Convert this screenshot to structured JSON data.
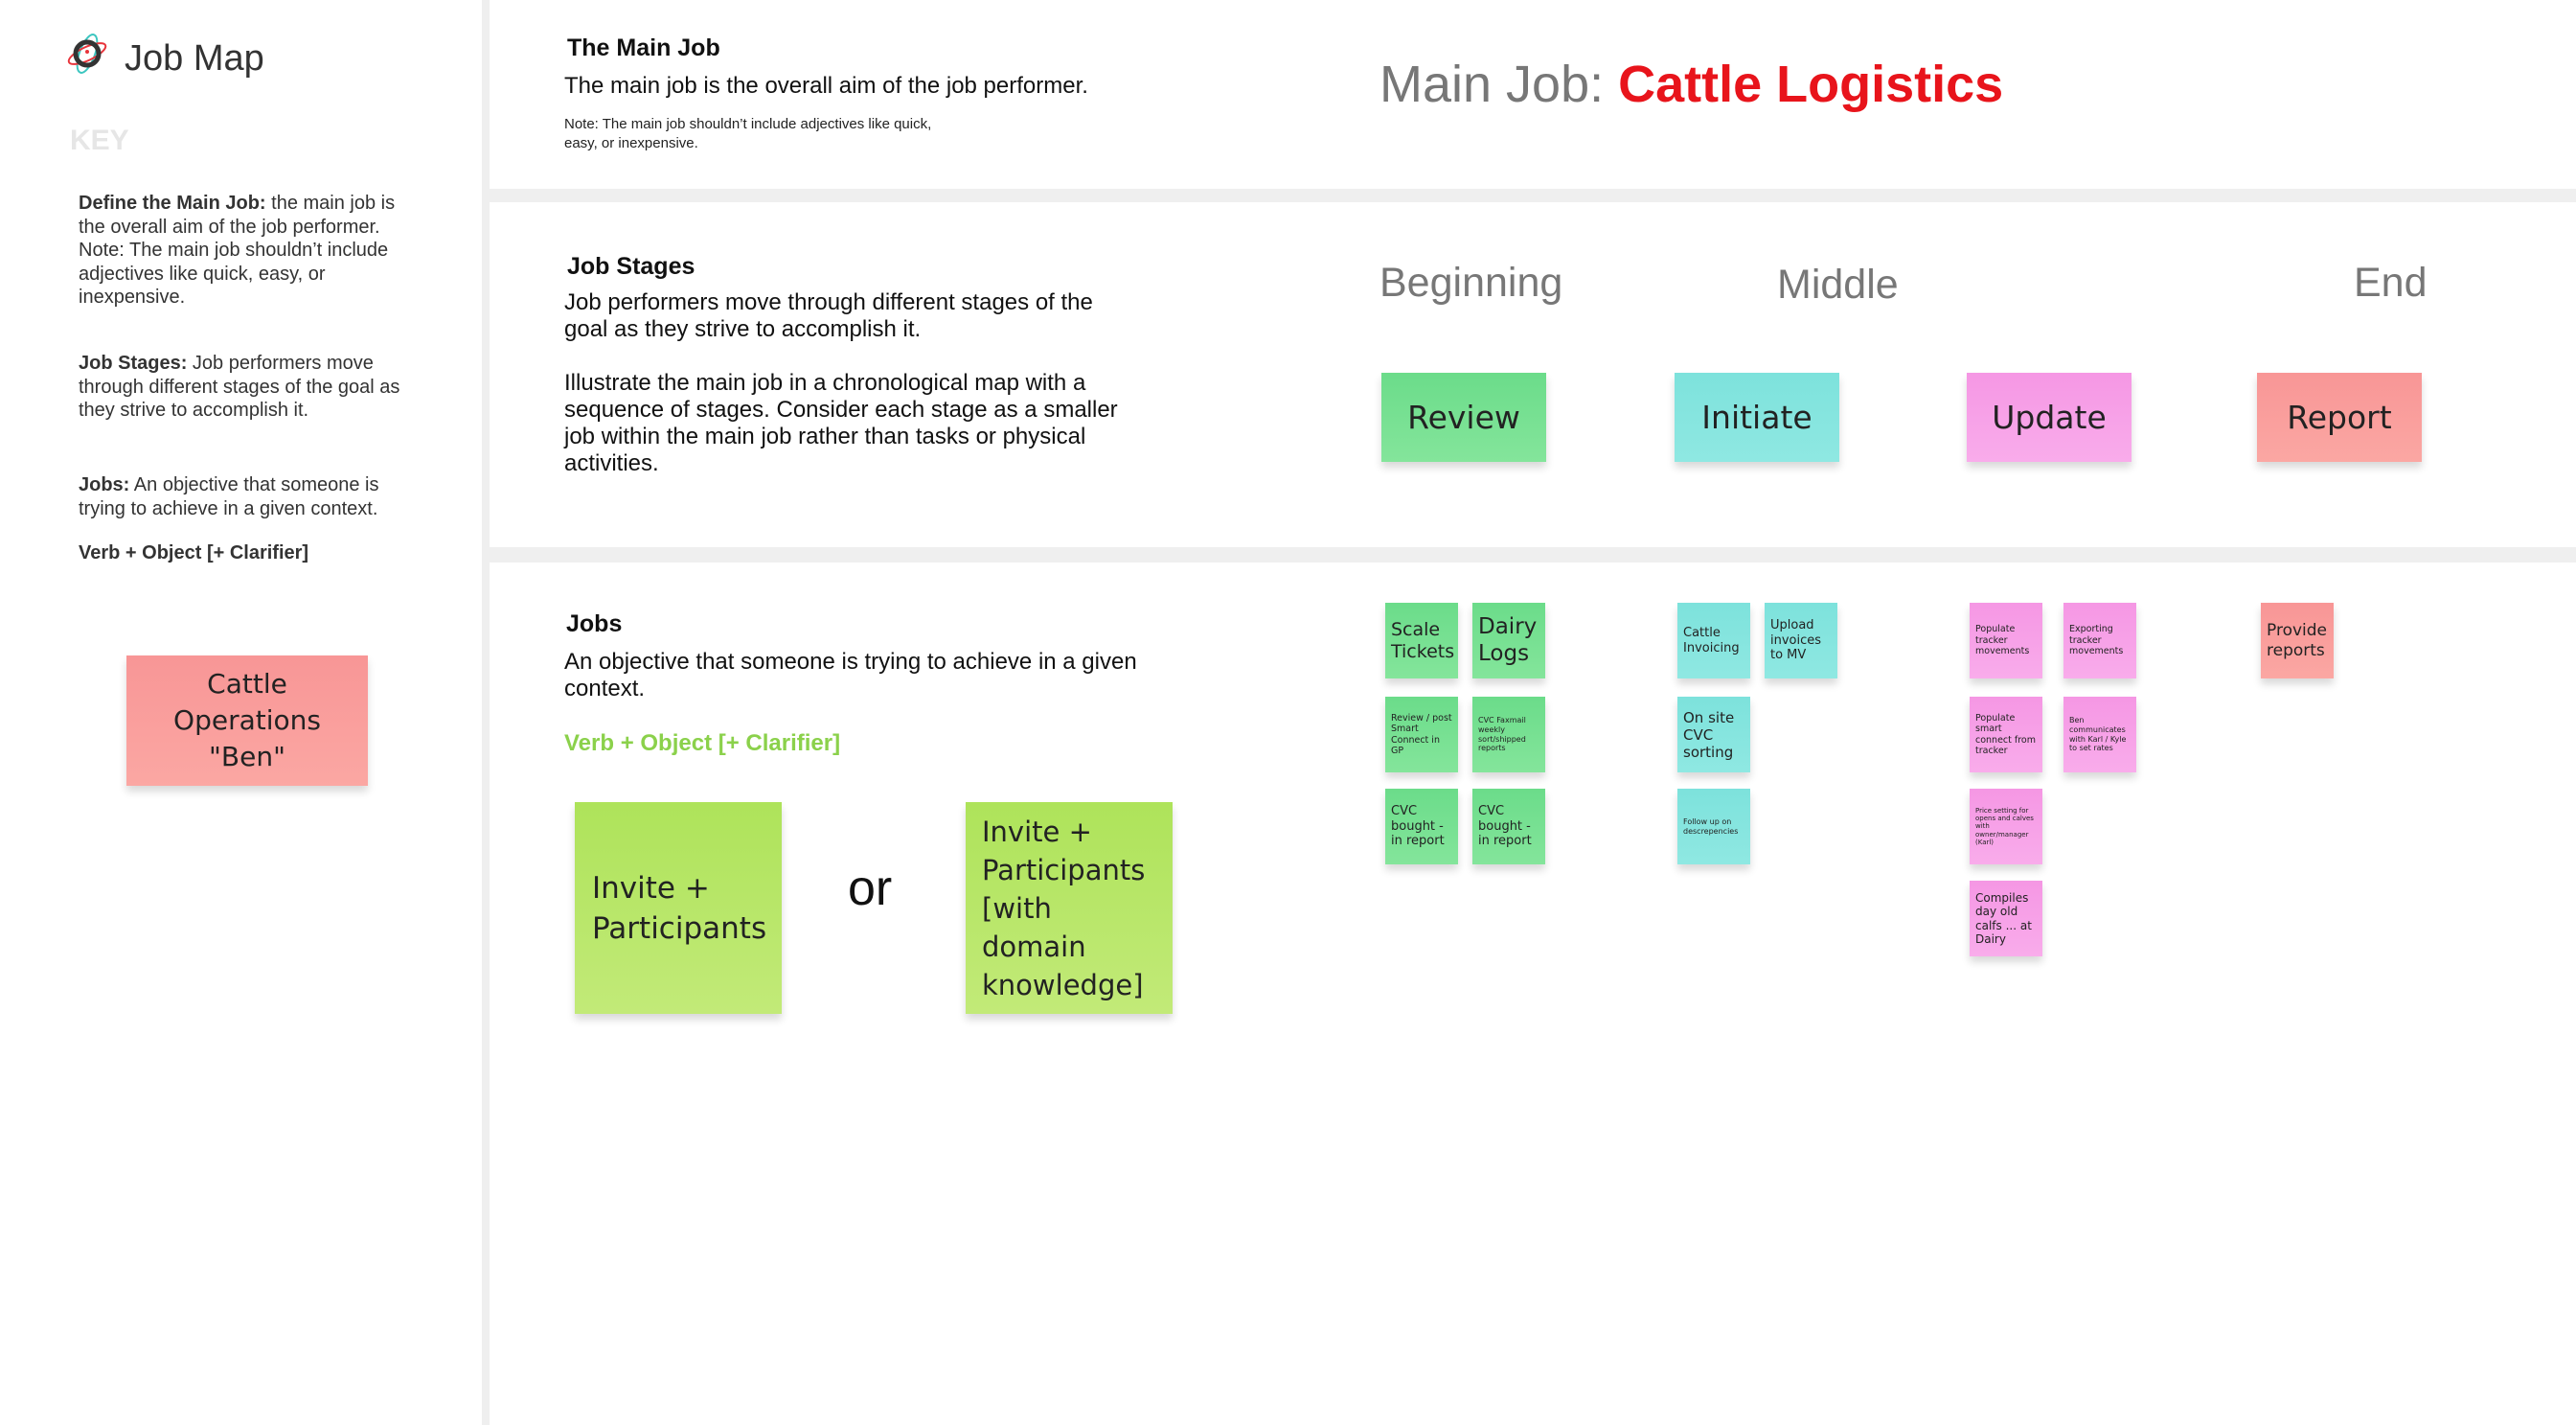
{
  "sidebar": {
    "title": "Job Map",
    "key_label": "KEY",
    "key_items": [
      {
        "term": "Define the Main Job:",
        "text": " the main job is the overall aim of the job performer. Note: The main job shouldn’t include adjectives like quick, easy, or inexpensive."
      },
      {
        "term": "Job Stages:",
        "text": " Job performers move through different stages of the goal as they strive to accomplish it."
      },
      {
        "term": "Jobs:",
        "text": " An objective that someone is trying to achieve in a given context."
      }
    ],
    "formula": "Verb + Object [+ Clarifier]",
    "persona_note": "Cattle Operations \"Ben\""
  },
  "main_job": {
    "heading": "The Main Job",
    "description": "The main job is the overall aim of the job performer.",
    "note": "Note: The main job shouldn’t include adjectives like quick, easy, or inexpensive.",
    "title_prefix": "Main Job: ",
    "title_value": "Cattle Logistics",
    "accent": "#e8141b"
  },
  "stages": {
    "heading": "Job Stages",
    "p1": "Job performers move through different stages of the goal as they strive to accomplish it.",
    "p2": "Illustrate the main job in a chronological map with a sequence of stages. Consider each stage as a smaller job within the main job rather than tasks or physical activities.",
    "phases": [
      "Beginning",
      "Middle",
      "End"
    ],
    "items": [
      "Review",
      "Initiate",
      "Update",
      "Report"
    ]
  },
  "jobs": {
    "heading": "Jobs",
    "description": "An objective that someone is trying to achieve in a given context.",
    "formula": "Verb + Object [+ Clarifier]",
    "example1": "Invite + Participants",
    "or": "or",
    "example2": "Invite + Participants [with domain knowledge]",
    "review": [
      "Scale Tickets",
      "Dairy Logs",
      "Review / post Smart Connect in GP",
      "CVC Faxmail weekly sort/shipped reports",
      "CVC bought - in report",
      "CVC bought - in report"
    ],
    "initiate": [
      "Cattle Invoicing",
      "Upload invoices to MV",
      "On site CVC sorting",
      "Follow up on descrepencies"
    ],
    "update": [
      "Populate tracker movements",
      "Exporting tracker movements",
      "Populate smart connect from tracker",
      "Ben communicates with Karl / Kyle to set rates",
      "Price setting for opens and calves with owner/manager (Karl)",
      "Compiles day old calfs ... at Dairy"
    ],
    "report": [
      "Provide reports"
    ]
  }
}
